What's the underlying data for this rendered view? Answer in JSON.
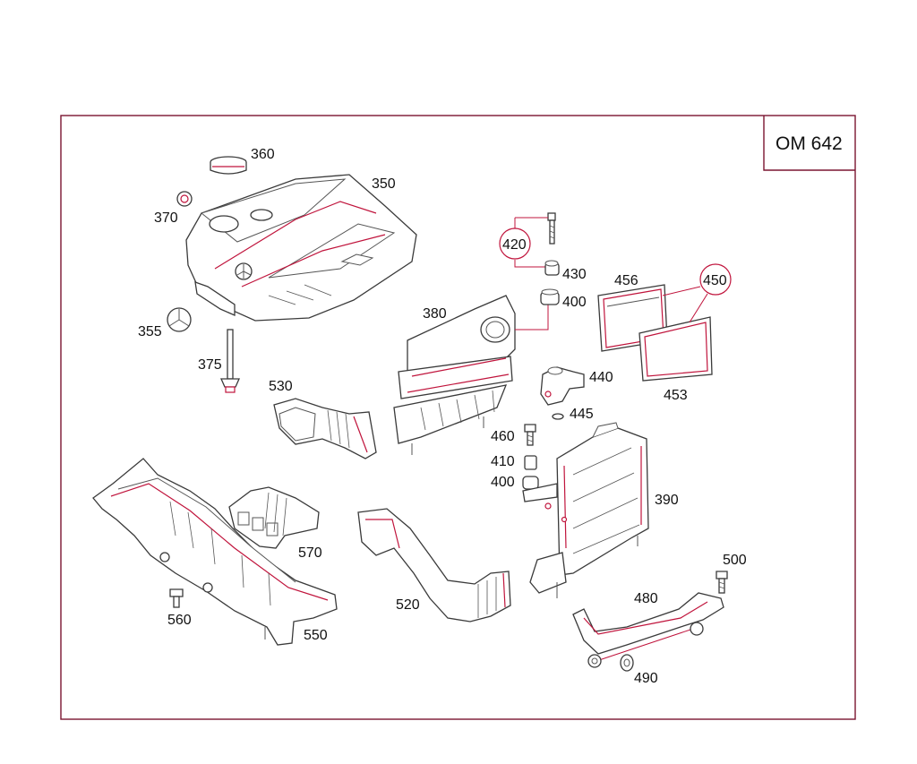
{
  "diagram": {
    "engine_code": "OM 642",
    "colors": {
      "frame": "#7a1530",
      "accent": "#c0143c",
      "line": "#3a3a3a",
      "text": "#111111"
    },
    "parts": {
      "p350": "350",
      "p355": "355",
      "p360": "360",
      "p370": "370",
      "p375": "375",
      "p380": "380",
      "p390": "390",
      "p400a": "400",
      "p400b": "400",
      "p410": "410",
      "p420": "420",
      "p430": "430",
      "p440": "440",
      "p445": "445",
      "p450": "450",
      "p453": "453",
      "p456": "456",
      "p460": "460",
      "p480": "480",
      "p490": "490",
      "p500": "500",
      "p520": "520",
      "p530": "530",
      "p550": "550",
      "p560": "560",
      "p570": "570"
    }
  }
}
